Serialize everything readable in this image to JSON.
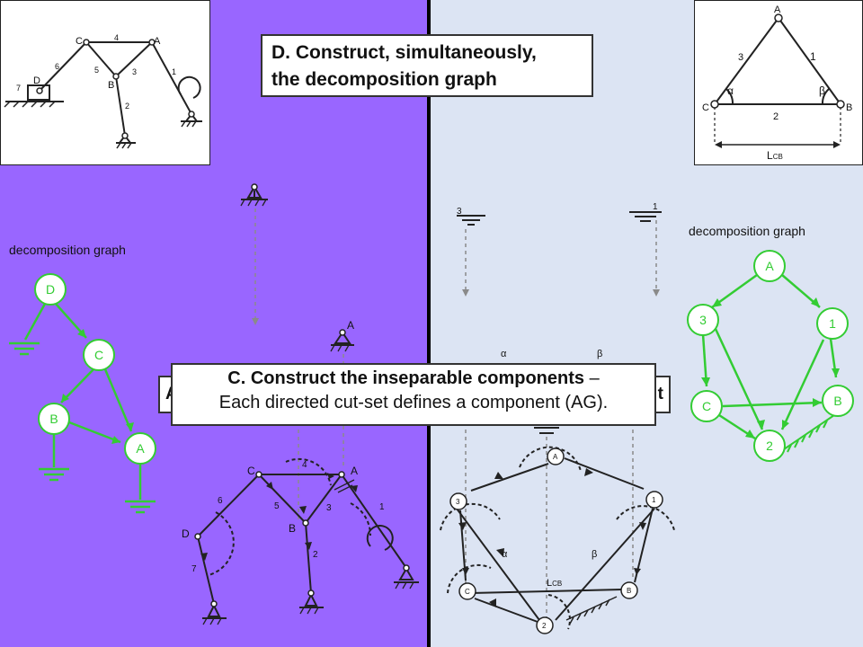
{
  "callouts": {
    "d_step": {
      "line1": "D. Construct, simultaneously,",
      "line2": "the decomposition graph"
    },
    "c_step": {
      "title": "C. Construct the inseparable components",
      "dash": " –",
      "body": "Each directed cut-set defines a component (AG)."
    }
  },
  "labels": {
    "decomposition_graph_left": "decomposition graph",
    "decomposition_graph_right": "decomposition graph",
    "hidden_left_letter": "A",
    "hidden_right_letter": "t"
  },
  "left_inset": {
    "joints": [
      "C",
      "A",
      "B",
      "D"
    ],
    "links": [
      "4",
      "6",
      "5",
      "3",
      "1",
      "7",
      "2"
    ]
  },
  "right_inset": {
    "joints": [
      "A",
      "C",
      "B"
    ],
    "links": [
      "3",
      "1",
      "2"
    ],
    "angles": [
      "α",
      "β"
    ],
    "dimension": "L",
    "dimension_sub": "CB"
  },
  "left_graph": {
    "nodes": [
      "D",
      "C",
      "B",
      "A"
    ]
  },
  "right_graph": {
    "nodes": [
      "A",
      "3",
      "1",
      "C",
      "B",
      "2"
    ]
  },
  "center_mechanism": {
    "joints": [
      "C",
      "A",
      "B",
      "D"
    ],
    "links": [
      "4",
      "6",
      "5",
      "3",
      "1",
      "2",
      "7"
    ],
    "top_label": "A"
  },
  "right_mechanism": {
    "ground_labels": [
      "3",
      "1"
    ],
    "nodes": [
      "A",
      "3",
      "1",
      "C",
      "B",
      "2"
    ],
    "angles": [
      "α",
      "β",
      "α",
      "β"
    ],
    "dimension": "L",
    "dimension_sub": "CB"
  },
  "colors": {
    "left_panel": "#9966ff",
    "right_panel": "#dce4f3",
    "graph_green": "#33cc33",
    "line_dark": "#222222",
    "dashed_arrow": "#888888"
  }
}
